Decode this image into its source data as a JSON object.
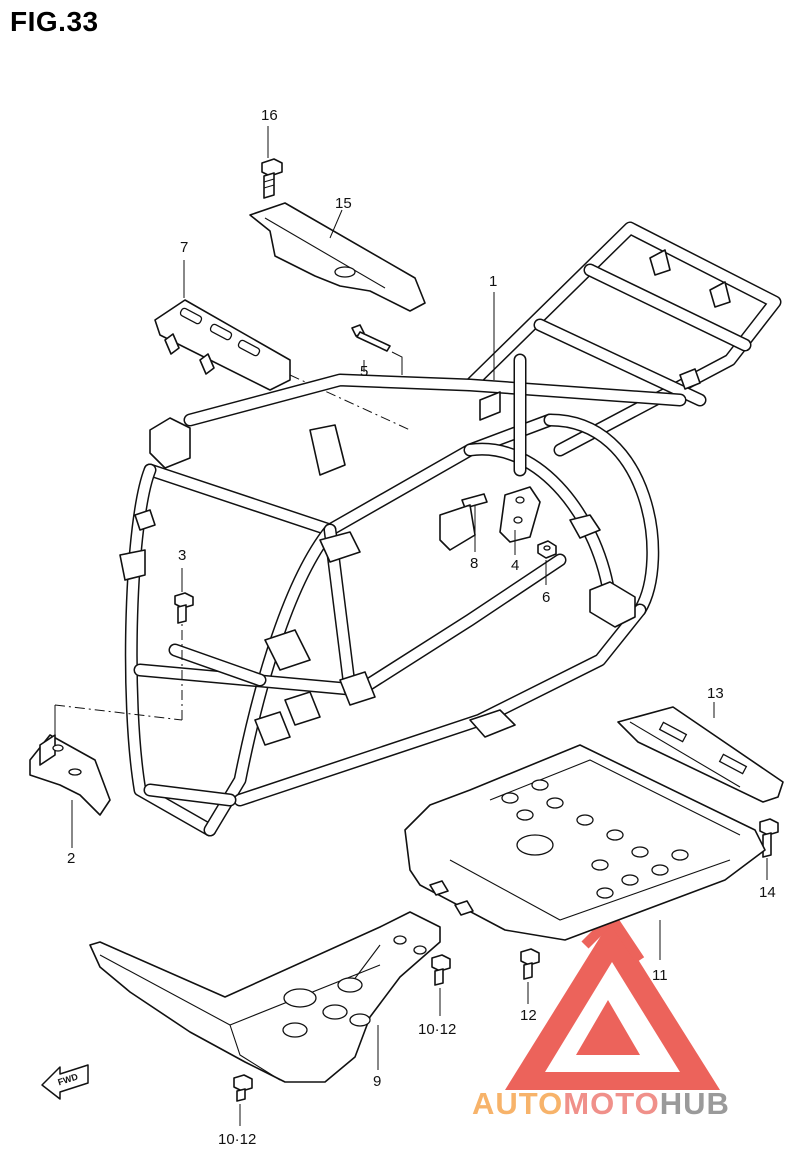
{
  "figure": {
    "title": "FIG.33",
    "direction_label": "FWD",
    "watermark": {
      "part1": "AUTO",
      "part2": "MOTO",
      "part3": "HUB",
      "colors": {
        "part1": "#f7b36a",
        "part2": "#f0908a",
        "part3": "#9a9a9a",
        "emblem": "#e9483f"
      }
    }
  },
  "callouts": {
    "c1": "1",
    "c2": "2",
    "c3": "3",
    "c4": "4",
    "c5": "5",
    "c6": "6",
    "c7": "7",
    "c8": "8",
    "c9": "9",
    "c10_12_left": "10·12",
    "c10_12_center": "10·12",
    "c11": "11",
    "c12": "12",
    "c13": "13",
    "c14": "14",
    "c15": "15",
    "c16": "16"
  },
  "icons": {
    "direction_arrow": "fwd-arrow-icon",
    "logo_emblem": "triangle-emblem-icon"
  }
}
